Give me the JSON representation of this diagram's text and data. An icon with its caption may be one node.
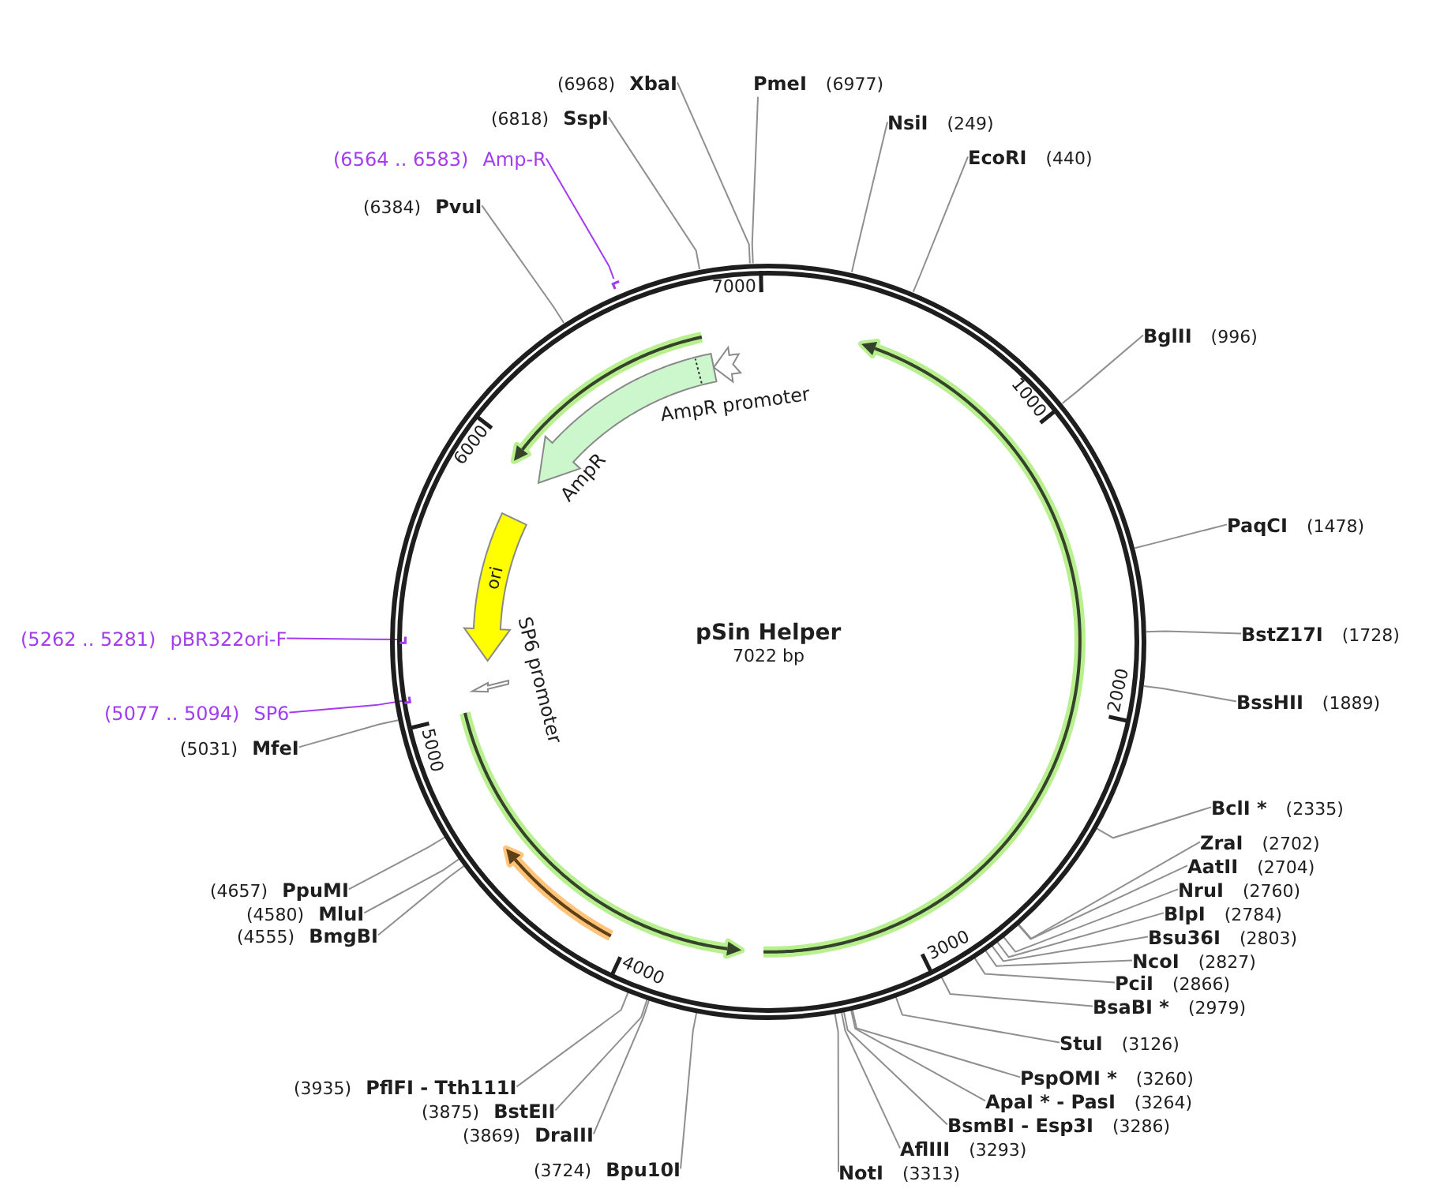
{
  "diagram": {
    "nodes": [
      {
        "text": [
          "pSin Helper",
          "7022 bp"
        ]
      },
      {
        "text": [
          "AmpR promoter"
        ],
        "in": 0
      },
      {
        "text": [
          "AmpR"
        ],
        "in": 0
      },
      {
        "text": [
          "ori"
        ],
        "in": 0
      },
      {
        "text": [
          "SP6 promoter"
        ],
        "in": 0
      },
      {
        "text": [],
        "shape": "bar"
      },
      {
        "text": [],
        "shape": "bar",
        "in": 0
      },
      {
        "text": [],
        "shape": "bar",
        "in": 0
      },
      {
        "text": [
          "(6968)",
          "XbaI"
        ]
      },
      {
        "text": [
          "PmeI",
          "(6977)"
        ]
      },
      {
        "text": [
          "(6818)",
          "SspI"
        ]
      },
      {
        "text": [
          "NsiI",
          "(249)"
        ]
      },
      {
        "text": [
          "EcoRI",
          "(440)"
        ]
      },
      {
        "text": [
          "(6564 .. 6583)",
          "Amp-R"
        ]
      },
      {
        "text": [
          "(6384)",
          "PvuI"
        ]
      },
      {
        "text": [
          "BglII",
          "(996)"
        ]
      },
      {
        "text": [
          "PaqCI",
          "(1478)"
        ]
      },
      {
        "text": [
          "BstZ17I",
          "(1728)"
        ]
      },
      {
        "text": [
          "(5262 .. 5281)",
          "pBR322ori-F"
        ]
      },
      {
        "text": [
          "BssHII",
          "(1889)"
        ]
      },
      {
        "text": [
          "(5077 .. 5094)",
          "SP6"
        ]
      },
      {
        "text": [
          "(5031)",
          "MfeI"
        ]
      },
      {
        "text": [
          "BclI *",
          "(2335)"
        ]
      },
      {
        "text": [
          "ZraI",
          "(2702)"
        ]
      },
      {
        "text": [
          "AatII",
          "(2704)"
        ]
      },
      {
        "text": [
          "(4657)",
          "PpuMI"
        ]
      },
      {
        "text": [
          "NruI",
          "(2760)"
        ]
      },
      {
        "text": [
          "(4580)",
          "MluI"
        ]
      },
      {
        "text": [
          "BlpI",
          "(2784)"
        ]
      },
      {
        "text": [
          "(4555)",
          "BmgBI"
        ]
      },
      {
        "text": [
          "Bsu36I",
          "(2803)"
        ]
      },
      {
        "text": [
          "NcoI",
          "(2827)"
        ]
      },
      {
        "text": [
          "PciI",
          "(2866)"
        ]
      },
      {
        "text": [
          "BsaBI *",
          "(2979)"
        ]
      },
      {
        "text": [
          "StuI",
          "(3126)"
        ]
      },
      {
        "text": [
          "PspOMI *",
          "(3260)"
        ]
      },
      {
        "text": [
          "(3935)",
          "PflFI - Tth111I"
        ]
      },
      {
        "text": [
          "ApaI * - PasI",
          "(3264)"
        ]
      },
      {
        "text": [
          "(3875)",
          "BstEII"
        ]
      },
      {
        "text": [
          "BsmBI - Esp3I",
          "(3286)"
        ]
      },
      {
        "text": [
          "(3869)",
          "DraIII"
        ]
      },
      {
        "text": [
          "AflIII",
          "(3293)"
        ]
      },
      {
        "text": [
          "(3724)",
          "Bpu10I"
        ]
      },
      {
        "text": [
          "NotI",
          "(3313)"
        ]
      }
    ],
    "edges": [
      {
        "from": 8,
        "to": 0,
        "arrow": "none"
      },
      {
        "from": 9,
        "to": 0,
        "arrow": "none"
      },
      {
        "from": 10,
        "to": 0,
        "arrow": "none"
      },
      {
        "from": 11,
        "to": 0,
        "arrow": "none"
      },
      {
        "from": 12,
        "to": 0,
        "arrow": "none"
      },
      {
        "from": 13,
        "to": 5,
        "arrow": "none",
        "color": "#a33bef"
      },
      {
        "from": 14,
        "to": 0,
        "arrow": "none"
      },
      {
        "from": 15,
        "to": 0,
        "arrow": "none"
      },
      {
        "from": 16,
        "to": 0,
        "arrow": "none"
      },
      {
        "from": 17,
        "to": 0,
        "arrow": "none"
      },
      {
        "from": 18,
        "to": 6,
        "arrow": "none",
        "color": "#a33bef"
      },
      {
        "from": 19,
        "to": 0,
        "arrow": "none"
      },
      {
        "from": 20,
        "to": 7,
        "arrow": "none",
        "color": "#a33bef"
      },
      {
        "from": 21,
        "to": 0,
        "arrow": "none"
      },
      {
        "from": 22,
        "to": 0,
        "arrow": "none"
      },
      {
        "from": 23,
        "to": 0,
        "arrow": "none"
      },
      {
        "from": 24,
        "to": 0,
        "arrow": "none"
      },
      {
        "from": 25,
        "to": 0,
        "arrow": "none"
      },
      {
        "from": 26,
        "to": 0,
        "arrow": "none"
      },
      {
        "from": 27,
        "to": 0,
        "arrow": "none"
      },
      {
        "from": 28,
        "to": 0,
        "arrow": "none"
      },
      {
        "from": 29,
        "to": 0,
        "arrow": "none"
      },
      {
        "from": 30,
        "to": 0,
        "arrow": "none"
      },
      {
        "from": 31,
        "to": 0,
        "arrow": "none"
      },
      {
        "from": 32,
        "to": 0,
        "arrow": "none"
      },
      {
        "from": 33,
        "to": 0,
        "arrow": "none"
      },
      {
        "from": 34,
        "to": 0,
        "arrow": "none"
      },
      {
        "from": 35,
        "to": 0,
        "arrow": "none"
      },
      {
        "from": 36,
        "to": 0,
        "arrow": "none"
      },
      {
        "from": 37,
        "to": 0,
        "arrow": "none"
      },
      {
        "from": 38,
        "to": 0,
        "arrow": "none"
      },
      {
        "from": 39,
        "to": 0,
        "arrow": "none"
      },
      {
        "from": 40,
        "to": 0,
        "arrow": "none"
      },
      {
        "from": 41,
        "to": 0,
        "arrow": "none"
      },
      {
        "from": 42,
        "to": 0,
        "arrow": "none"
      },
      {
        "from": 43,
        "to": 0,
        "arrow": "none"
      }
    ],
    "labels": [
      "7000",
      "1000",
      "6000",
      "2000",
      "5000",
      "3000",
      "4000"
    ]
  }
}
